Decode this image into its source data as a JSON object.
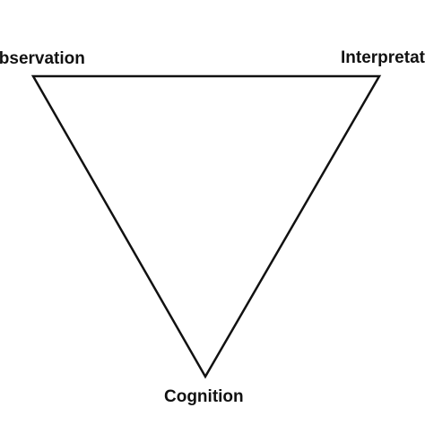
{
  "diagram": {
    "labels": {
      "top_left": "Observation",
      "top_right": "Interpretation",
      "bottom": "Cognition"
    },
    "colors": {
      "background": "#ffffff",
      "stroke": "#111111",
      "text": "#111111"
    }
  }
}
